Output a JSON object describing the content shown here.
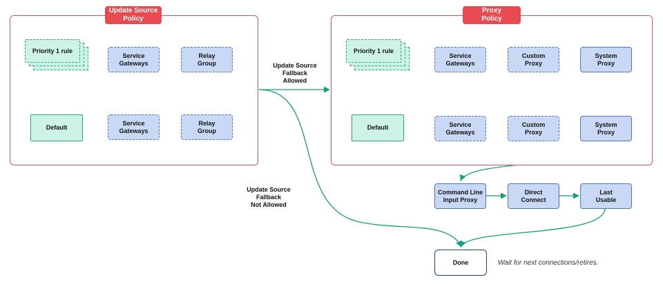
{
  "panels": {
    "update_source": {
      "title": "Update Source\nPolicy"
    },
    "proxy": {
      "title": "Proxy\nPolicy"
    }
  },
  "update_source": {
    "priority_rule": "Priority 1 rule",
    "default": "Default",
    "service_gateways_top": "Service\nGateways",
    "relay_group_top": "Relay\nGroup",
    "service_gateways_bottom": "Service\nGateways",
    "relay_group_bottom": "Relay\nGroup"
  },
  "proxy": {
    "priority_rule": "Priority 1 rule",
    "default": "Default",
    "row1": {
      "service_gateways": "Service\nGateways",
      "custom_proxy": "Custom\nProxy",
      "system_proxy": "System\nProxy"
    },
    "row2": {
      "service_gateways": "Service\nGateways",
      "custom_proxy": "Custom\nProxy",
      "system_proxy": "System\nProxy"
    }
  },
  "fallback_chain": {
    "command_line": "Command Line\nInput Proxy",
    "direct_connect": "Direct\nConnect",
    "last_usable": "Last\nUsable"
  },
  "done": "Done",
  "note": "Wait for next connections/retires.",
  "labels": {
    "fallback_allowed": "Update Source\nFallback\nAllowed",
    "fallback_not_allowed": "Update Source\nFallback\nNot Allowed"
  },
  "colors": {
    "panel_border": "#e0525b",
    "panel_title": "#e84a50",
    "connector": "#13a07a",
    "blue_fill": "#c9d9f5",
    "blue_border": "#4d72c9",
    "teal_fill": "#cdf3e6",
    "teal_border": "#27a77e"
  }
}
